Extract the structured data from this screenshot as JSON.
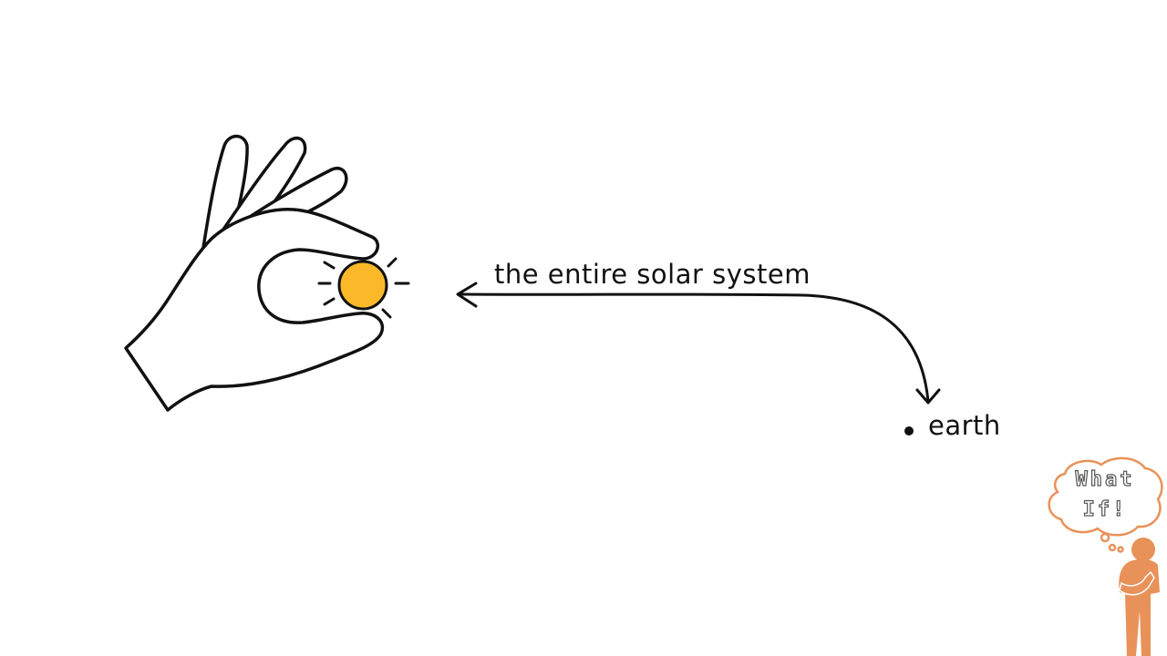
{
  "labels": {
    "solar_system": "the entire solar system",
    "earth": "earth"
  },
  "logo": {
    "line1": "What",
    "line2": "If!"
  },
  "colors": {
    "sun": "#FBB829",
    "ink": "#111111",
    "mascot": "#E8925A"
  },
  "icons": [
    "hand-icon",
    "sun-icon",
    "arrow-icon",
    "earth-dot-icon",
    "thought-bubble-icon",
    "thinking-person-icon"
  ]
}
